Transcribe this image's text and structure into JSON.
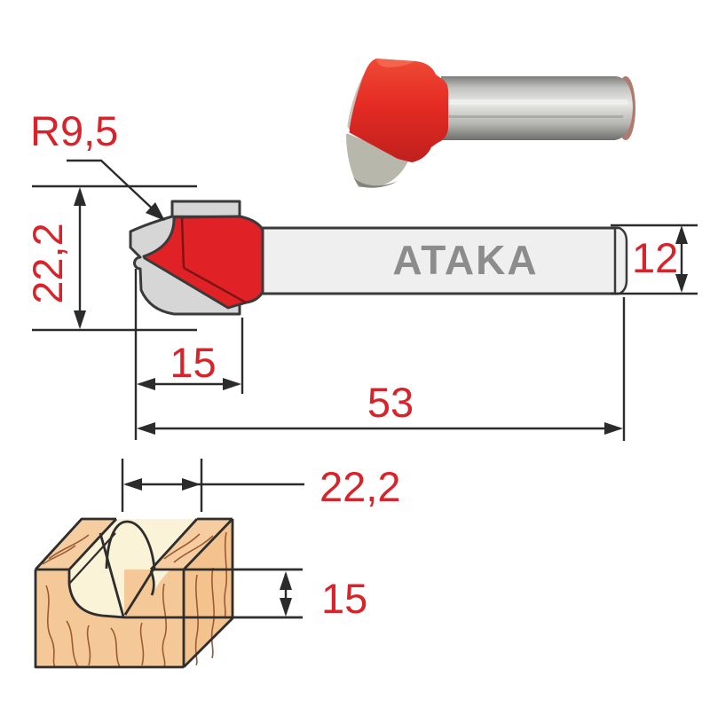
{
  "drawing": {
    "brand_label": "ATAKA",
    "dimensions": {
      "profile_radius": "R9,5",
      "head_height": "22,2",
      "cut_length": "15",
      "total_length": "53",
      "shank_diameter": "12"
    }
  },
  "wood_profile": {
    "dimensions": {
      "groove_width": "22,2",
      "groove_depth": "15"
    }
  },
  "colors": {
    "dimension_text": "#d8232a",
    "dimension_lines": "#2b2b2b",
    "bit_red": "#e02227",
    "steel_gray": "#d6d6d6",
    "shank_fill": "#efefef",
    "outline": "#3a3a3a",
    "brand_text": "#8c8c8c",
    "wood": "#f5c897",
    "wood_cut_surface": "#faf3d8",
    "wood_grain": "#9c5b33"
  }
}
